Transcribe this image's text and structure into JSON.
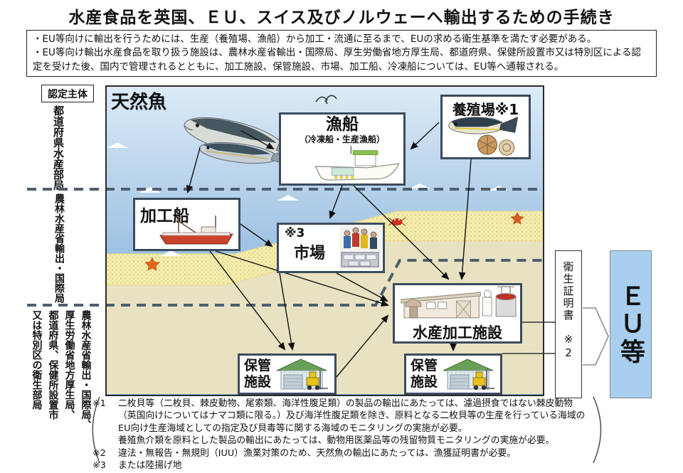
{
  "title": "水産食品を英国、ＥＵ、スイス及びノルウェーへ輸出するための手続き",
  "intro": {
    "bullets": [
      "・EU等向けに輸出を行うためには、生産（養殖場、漁船）から加工・流通に至るまで、EUの求める衛生基準を満たす必要がある。",
      "・EU等向け輸出水産食品を取り扱う施設は、農林水産省輸出・国際局、厚生労働省地方厚生局、都道府県、保健所設置市又は特別区による認定を受けた後、国内で管理されるとともに、加工施設、保管施設、市場、加工船、冷凍船については、EU等へ通報される。"
    ]
  },
  "sidebar": {
    "header": "認定主体",
    "sections": [
      {
        "label": "都道府県水産部局"
      },
      {
        "label": "農林水産省輸出・国際局"
      },
      {
        "label": "農林水産省輸出・国際局、厚生労働省地方厚生局、都道府県、保健所設置市又は特別区の衛生部局",
        "columns": [
          "農林水産省輸出・国際局、",
          "厚生労働省地方厚生局、",
          "都道府県、保健所設置市",
          "又は特別区の衛生部局"
        ]
      }
    ]
  },
  "diagram": {
    "wild_fish_label": "天然魚",
    "nodes": {
      "fishing_vessel": {
        "title": "漁船",
        "subtitle": "（冷凍船・生産漁船）"
      },
      "farm": {
        "title": "養殖場※1"
      },
      "processing_vessel": {
        "title": "加工船"
      },
      "market": {
        "note": "※3",
        "title": "市場"
      },
      "processing_facility": {
        "title": "水産加工施設"
      },
      "storage_left": {
        "title": "保管施設"
      },
      "storage_right": {
        "title": "保管施設"
      },
      "health_certificate": {
        "title": "衛生証明書",
        "note": "※2"
      },
      "eu": {
        "title": "ＥＵ等"
      }
    }
  },
  "footnotes": [
    {
      "marker": "※1",
      "lines": [
        "二枚貝等（二枚貝、棘皮動物、尾索類、海洋性腹足類）の製品の輸出にあたっては、濾過摂食ではない棘皮動物",
        "（英国向けについてはナマコ類に限る。）及び海洋性腹足類を除き、原料となる二枚貝等の生産を行っている海域の",
        "EU向け生産海域としての指定及び貝毒等に関する海域のモニタリングの実施が必要。",
        "養殖魚介類を原料とした製品の輸出にあたっては、動物用医薬品等の残留物質モニタリングの実施が必要。"
      ]
    },
    {
      "marker": "※2",
      "lines": [
        "違法・無報告・無規則（IUU）漁業対策のため、天然魚の輸出にあたっては、漁獲証明書が必要。"
      ]
    },
    {
      "marker": "※3",
      "lines": [
        "または陸揚げ地"
      ]
    }
  ],
  "colors": {
    "sea_top": "#dcebf7",
    "sea_bottom": "#7fafd8",
    "sand": "#f3ecae",
    "land": "#e9e2c2",
    "box_border": "#3b4c5e",
    "dashed_line": "#4e5e6e",
    "eu_box_fill": "#aacfee"
  }
}
